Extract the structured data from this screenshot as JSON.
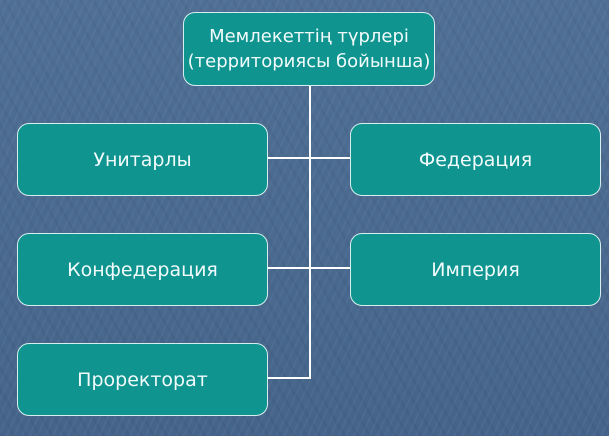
{
  "root": {
    "line1": "Мемлекеттің түрлері",
    "line2": "(территориясы бойынша)"
  },
  "children": [
    {
      "label": "Унитарлы"
    },
    {
      "label": "Федерация"
    },
    {
      "label": "Конфедерация"
    },
    {
      "label": "Империя"
    },
    {
      "label": "Проректорат"
    }
  ],
  "colors": {
    "box": "#0f9490",
    "background": "#4a6a90",
    "connector": "#ffffff"
  }
}
